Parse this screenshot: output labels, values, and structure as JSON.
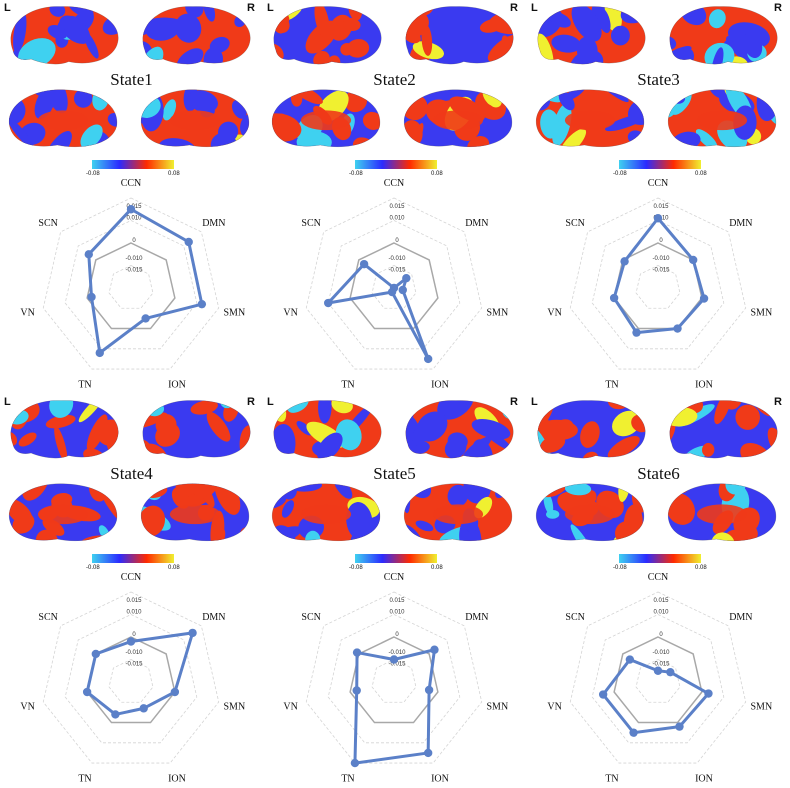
{
  "hemisphere_labels": {
    "left": "L",
    "right": "R"
  },
  "colorbar": {
    "min": "-0.08",
    "max": "0.08",
    "colors": [
      "#3fd1f0",
      "#2b2bff",
      "#ff2a00",
      "#f0f030"
    ]
  },
  "radar_axes": [
    "CCN",
    "DMN",
    "SMN",
    "ION",
    "TN",
    "VN",
    "SCN"
  ],
  "radar_ticks": [
    "0.015",
    "0.010",
    "0",
    "-0.010",
    "-0.015"
  ],
  "colors": {
    "series": "#5b80c8",
    "reference": "#a8a8a8",
    "grid": "#d4d4d4",
    "brain_red": "#f03a18",
    "brain_blue": "#3a3af0"
  },
  "chart_data": [
    {
      "type": "radar",
      "title": "State1",
      "categories": [
        "CCN",
        "DMN",
        "SMN",
        "ION",
        "TN",
        "VN",
        "SCN"
      ],
      "values": [
        0.015,
        0.0128,
        0.0123,
        -0.005,
        0.012,
        -0.002,
        0.004
      ],
      "reference_value": 0,
      "range": [
        -0.02,
        0.02
      ]
    },
    {
      "type": "radar",
      "title": "State2",
      "categories": [
        "CCN",
        "DMN",
        "SMN",
        "ION",
        "TN",
        "VN",
        "SCN"
      ],
      "values": [
        -0.02,
        -0.013,
        -0.016,
        0.015,
        -0.018,
        0.01,
        -0.003
      ],
      "reference_value": 0,
      "range": [
        -0.02,
        0.02
      ]
    },
    {
      "type": "radar",
      "title": "State3",
      "categories": [
        "CCN",
        "DMN",
        "SMN",
        "ION",
        "TN",
        "VN",
        "SCN"
      ],
      "values": [
        0.011,
        0.0,
        0.001,
        0.0,
        0.002,
        0.0,
        -0.001
      ],
      "reference_value": 0,
      "range": [
        -0.02,
        0.02
      ]
    },
    {
      "type": "radar",
      "title": "State4",
      "categories": [
        "CCN",
        "DMN",
        "SMN",
        "ION",
        "TN",
        "VN",
        "SCN"
      ],
      "values": [
        -0.002,
        0.015,
        0.0,
        -0.007,
        -0.004,
        0.0,
        0.0
      ],
      "reference_value": 0,
      "range": [
        -0.02,
        0.02
      ]
    },
    {
      "type": "radar",
      "title": "State5",
      "categories": [
        "CCN",
        "DMN",
        "SMN",
        "ION",
        "TN",
        "VN",
        "SCN"
      ],
      "values": [
        -0.01,
        0.003,
        -0.004,
        0.015,
        0.02,
        -0.003,
        0.001
      ],
      "reference_value": 0,
      "range": [
        -0.02,
        0.02
      ]
    },
    {
      "type": "radar",
      "title": "State6",
      "categories": [
        "CCN",
        "DMN",
        "SMN",
        "ION",
        "TN",
        "VN",
        "SCN"
      ],
      "values": [
        -0.015,
        -0.013,
        0.003,
        0.002,
        0.005,
        0.005,
        -0.004
      ],
      "reference_value": 0,
      "range": [
        -0.02,
        0.02
      ]
    }
  ]
}
